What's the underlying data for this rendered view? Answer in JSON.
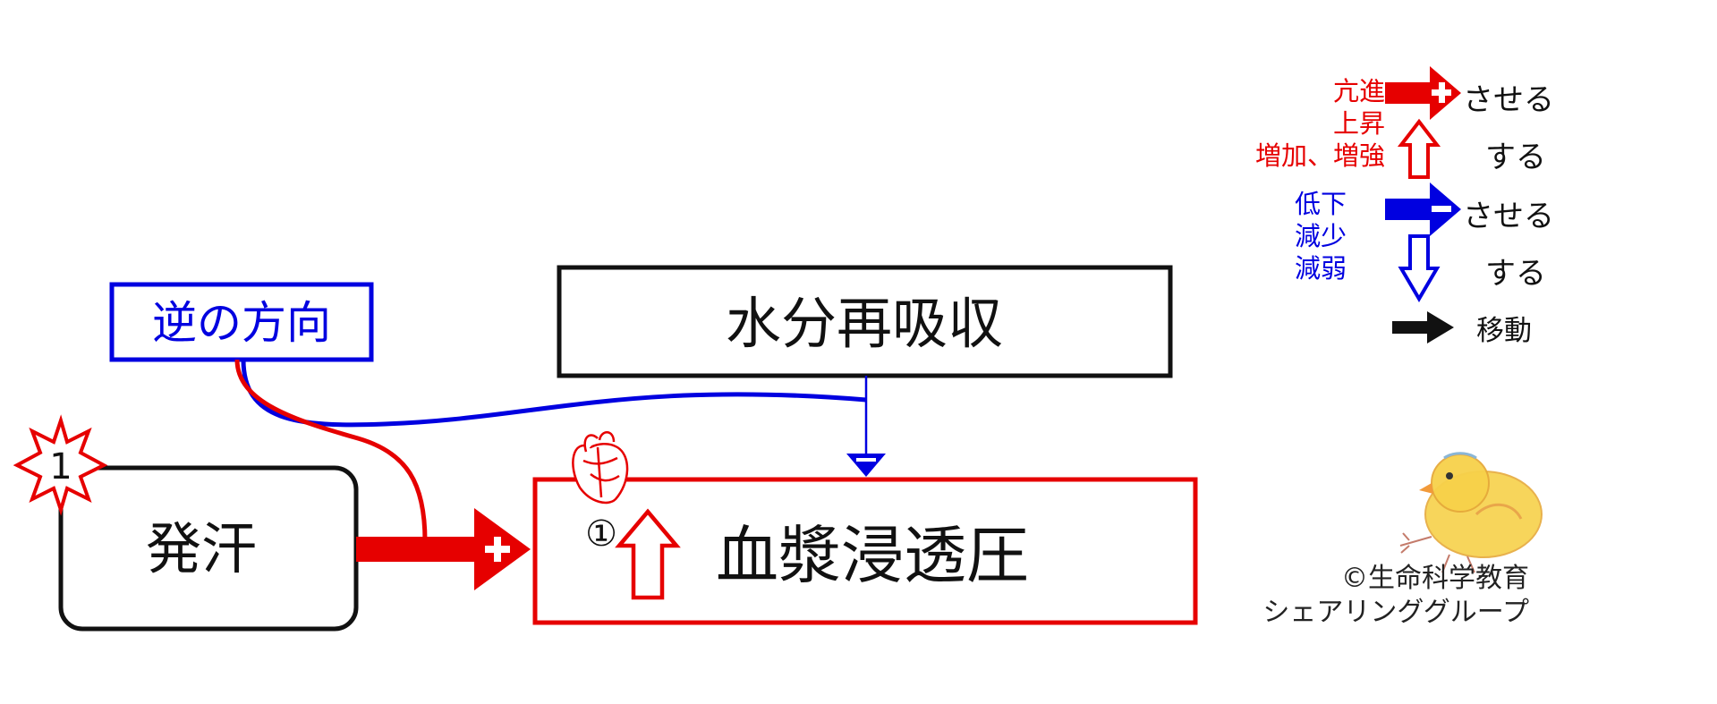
{
  "nodes": {
    "reverse_direction": "逆の方向",
    "water_reabsorption": "水分再吸収",
    "sweating": "発汗",
    "plasma_osmotic_pressure": "血漿浸透圧",
    "step_marker": "①",
    "star_badge": "1"
  },
  "legend": {
    "increase_terms": [
      "亢進",
      "上昇",
      "増加、増強"
    ],
    "decrease_terms": [
      "低下",
      "減少",
      "減弱"
    ],
    "promote_verb": "させる",
    "increase_verb": "する",
    "inhibit_verb": "させる",
    "decrease_verb": "する",
    "move_label": "移動"
  },
  "copyright": {
    "line1": "©生命科学教育",
    "line2": "シェアリンググループ"
  },
  "colors": {
    "red": "#e60000",
    "blue": "#0000e0",
    "black": "#111111"
  },
  "icons": {
    "heart": "heart-icon",
    "chick": "chick-illustration",
    "star": "star-burst-icon"
  }
}
